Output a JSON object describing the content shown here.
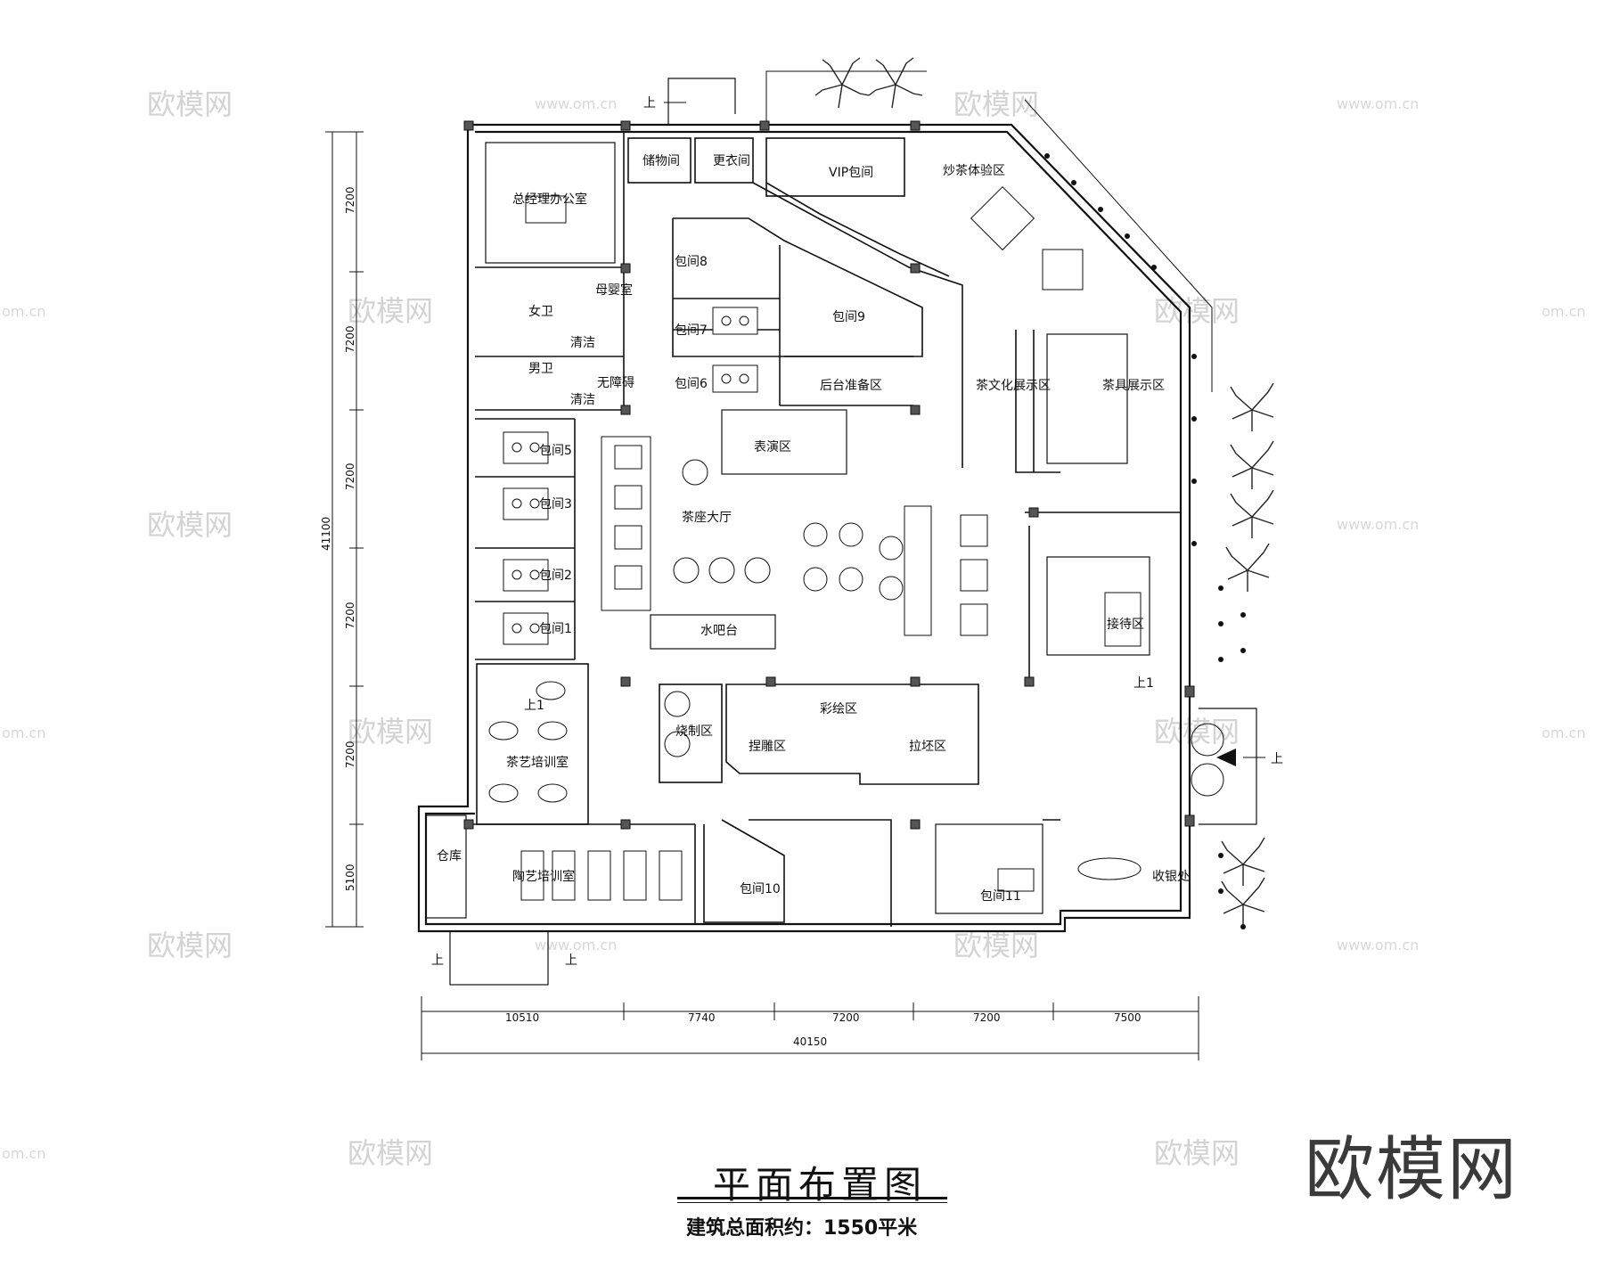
{
  "title": "平面布置图",
  "subtitle": "建筑总面积约：1550平米",
  "brand": "欧模网",
  "watermarks": {
    "text": "欧模网",
    "url": "www.om.cn",
    "url_partial": "om.cn"
  },
  "rooms": {
    "storage": "储物间",
    "changing": "更衣间",
    "vip": "VIP包间",
    "tea_frying": "炒茶体验区",
    "gm_office": "总经理办公室",
    "room8": "包间8",
    "room7": "包间7",
    "room9": "包间9",
    "room6": "包间6",
    "backstage": "后台准备区",
    "mother": "母婴室",
    "female_wc": "女卫",
    "clean1": "清洁",
    "male_wc": "男卫",
    "clean2": "清洁",
    "accessible": "无障碍",
    "tea_culture": "茶文化展示区",
    "teaware": "茶具展示区",
    "performance": "表演区",
    "room5": "包间5",
    "room3": "包间3",
    "hall": "茶座大厅",
    "room2": "包间2",
    "room1": "包间1",
    "water_bar": "水吧台",
    "reception": "接待区",
    "up_reception": "上1",
    "painting": "彩绘区",
    "firing": "烧制区",
    "kneading": "捏雕区",
    "throwing": "拉坯区",
    "tea_training": "茶艺培训室",
    "up_training": "上1",
    "warehouse": "仓库",
    "pottery": "陶艺培训室",
    "room10": "包间10",
    "room11": "包间11",
    "cashier": "收银处"
  },
  "stairs": {
    "up": "上"
  },
  "dimensions": {
    "bottom": [
      "10510",
      "7740",
      "7200",
      "7200",
      "7500"
    ],
    "bottom_total": "40150",
    "left": [
      "7200",
      "7200",
      "7200",
      "7200",
      "7200",
      "5100"
    ],
    "left_total": "41100"
  }
}
